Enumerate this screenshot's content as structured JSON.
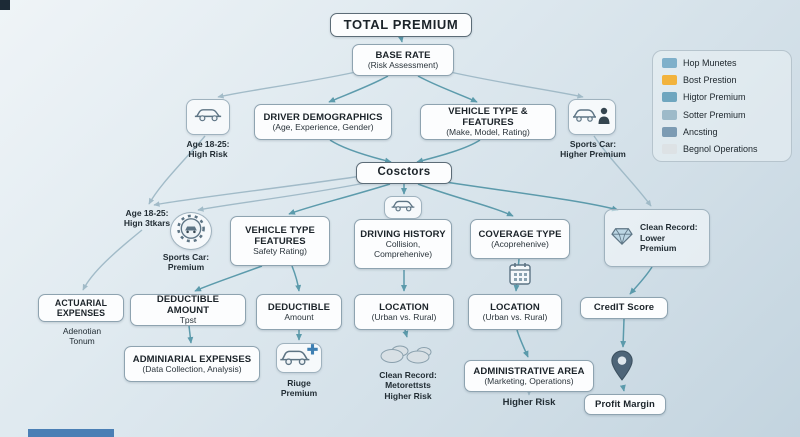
{
  "diagram": {
    "total_premium": "TOTAL PREMIUM",
    "base_rate": {
      "title": "BASE RATE",
      "subtitle": "(Risk Assessment)"
    },
    "driver_demographics": {
      "title": "DRIVER DEMOGRAPHICS",
      "subtitle": "(Age, Experience, Gender)"
    },
    "vehicle_type_features_top": {
      "title": "VEHICLE TYPE & FEATURES",
      "subtitle": "(Make, Model, Rating)"
    },
    "age_high_risk": "Age 18-25:\nHigh Risk",
    "sports_car_higher_premium": "Sports Car:\nHigher Premium",
    "factors": "Cosctors",
    "age_mid": "Age 18-25:\nHign 3tkars",
    "sports_car_premium": "Sports Car:\nPremium",
    "vehicle_type_features_mid": {
      "title": "VEHICLE TYPE\nFEATURES",
      "subtitle": "Safety Rating)"
    },
    "driving_history": {
      "title": "DRIVING HISTORY",
      "subtitle": "Collision,\nComprehenive)"
    },
    "coverage_type": {
      "title": "COVERAGE TYPE",
      "subtitle": "(Acoprehenive)"
    },
    "clean_record_lower": "Clean Record:\nLower\nPremium",
    "actuarial_expenses": {
      "title": "ACTUARIAL\nEXPENSES",
      "below": "Adenotian\nTonum"
    },
    "deductible_amount": {
      "title": "DEDUCTIBLE AMOUNT",
      "subtitle": "Tpst"
    },
    "deductible": {
      "title": "DEDUCTIBLE",
      "subtitle": "Amount"
    },
    "location_1": {
      "title": "LOCATION",
      "subtitle": "(Urban vs. Rural)"
    },
    "location_2": {
      "title": "LOCATION",
      "subtitle": "(Urban vs. Rural)"
    },
    "credit_score": "CredIT Score",
    "admin_expenses": {
      "title": "ADMINIARIAL EXPENSES",
      "subtitle": "(Data Collection, Analysis)"
    },
    "riuge_premium": "Riuge\nPremium",
    "clean_record_higher": "Clean Record:\nMetorettsts\nHigher Risk",
    "administrative_area": {
      "title": "ADMINISTRATIVE AREA",
      "subtitle": "(Marketing, Operations)"
    },
    "higher_risk": "Higher Risk",
    "profit_margin": "Profit Margin"
  },
  "legend": {
    "items": [
      {
        "label": "Hop Munetes",
        "color": "#7fb0ca"
      },
      {
        "label": "Bost Prestion",
        "color": "#f2b33d"
      },
      {
        "label": "Higtor Premium",
        "color": "#6fa6bf"
      },
      {
        "label": "Sotter Premium",
        "color": "#9dbac9"
      },
      {
        "label": "Ancsting",
        "color": "#7c9bb3"
      },
      {
        "label": "Begnol Operations",
        "color": "#dde2e5"
      }
    ]
  },
  "colors": {
    "connector": "#4f93a5",
    "connector_soft": "#9bb6c4"
  }
}
